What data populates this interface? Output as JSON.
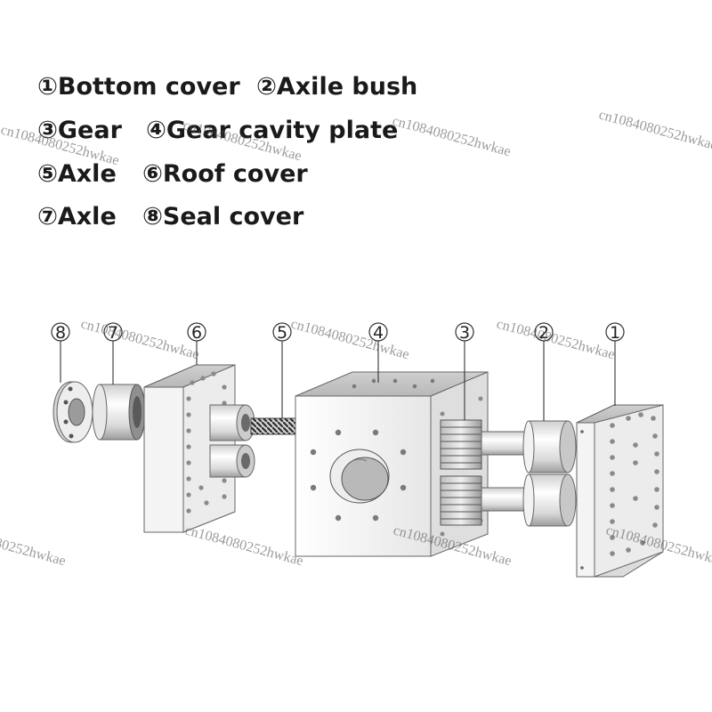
{
  "legend": [
    {
      "num": "①",
      "label": "Bottom cover"
    },
    {
      "num": "②",
      "label": "Axile bush"
    },
    {
      "num": "③",
      "label": "Gear"
    },
    {
      "num": "④",
      "label": "Gear cavity plate"
    },
    {
      "num": "⑤",
      "label": "Axle"
    },
    {
      "num": "⑥",
      "label": "Roof cover"
    },
    {
      "num": "⑦",
      "label": "Axle"
    },
    {
      "num": "⑧",
      "label": "Seal cover"
    }
  ],
  "markers": [
    "8",
    "7",
    "6",
    "5",
    "4",
    "3",
    "2",
    "1"
  ],
  "watermark": "cn1084080252hwkae",
  "colors": {
    "metal_light": "#f2f2f2",
    "metal_mid": "#d8d8d8",
    "metal_dark": "#9a9a9a",
    "hole": "#7a7a7a",
    "text": "#1a1a1a"
  }
}
